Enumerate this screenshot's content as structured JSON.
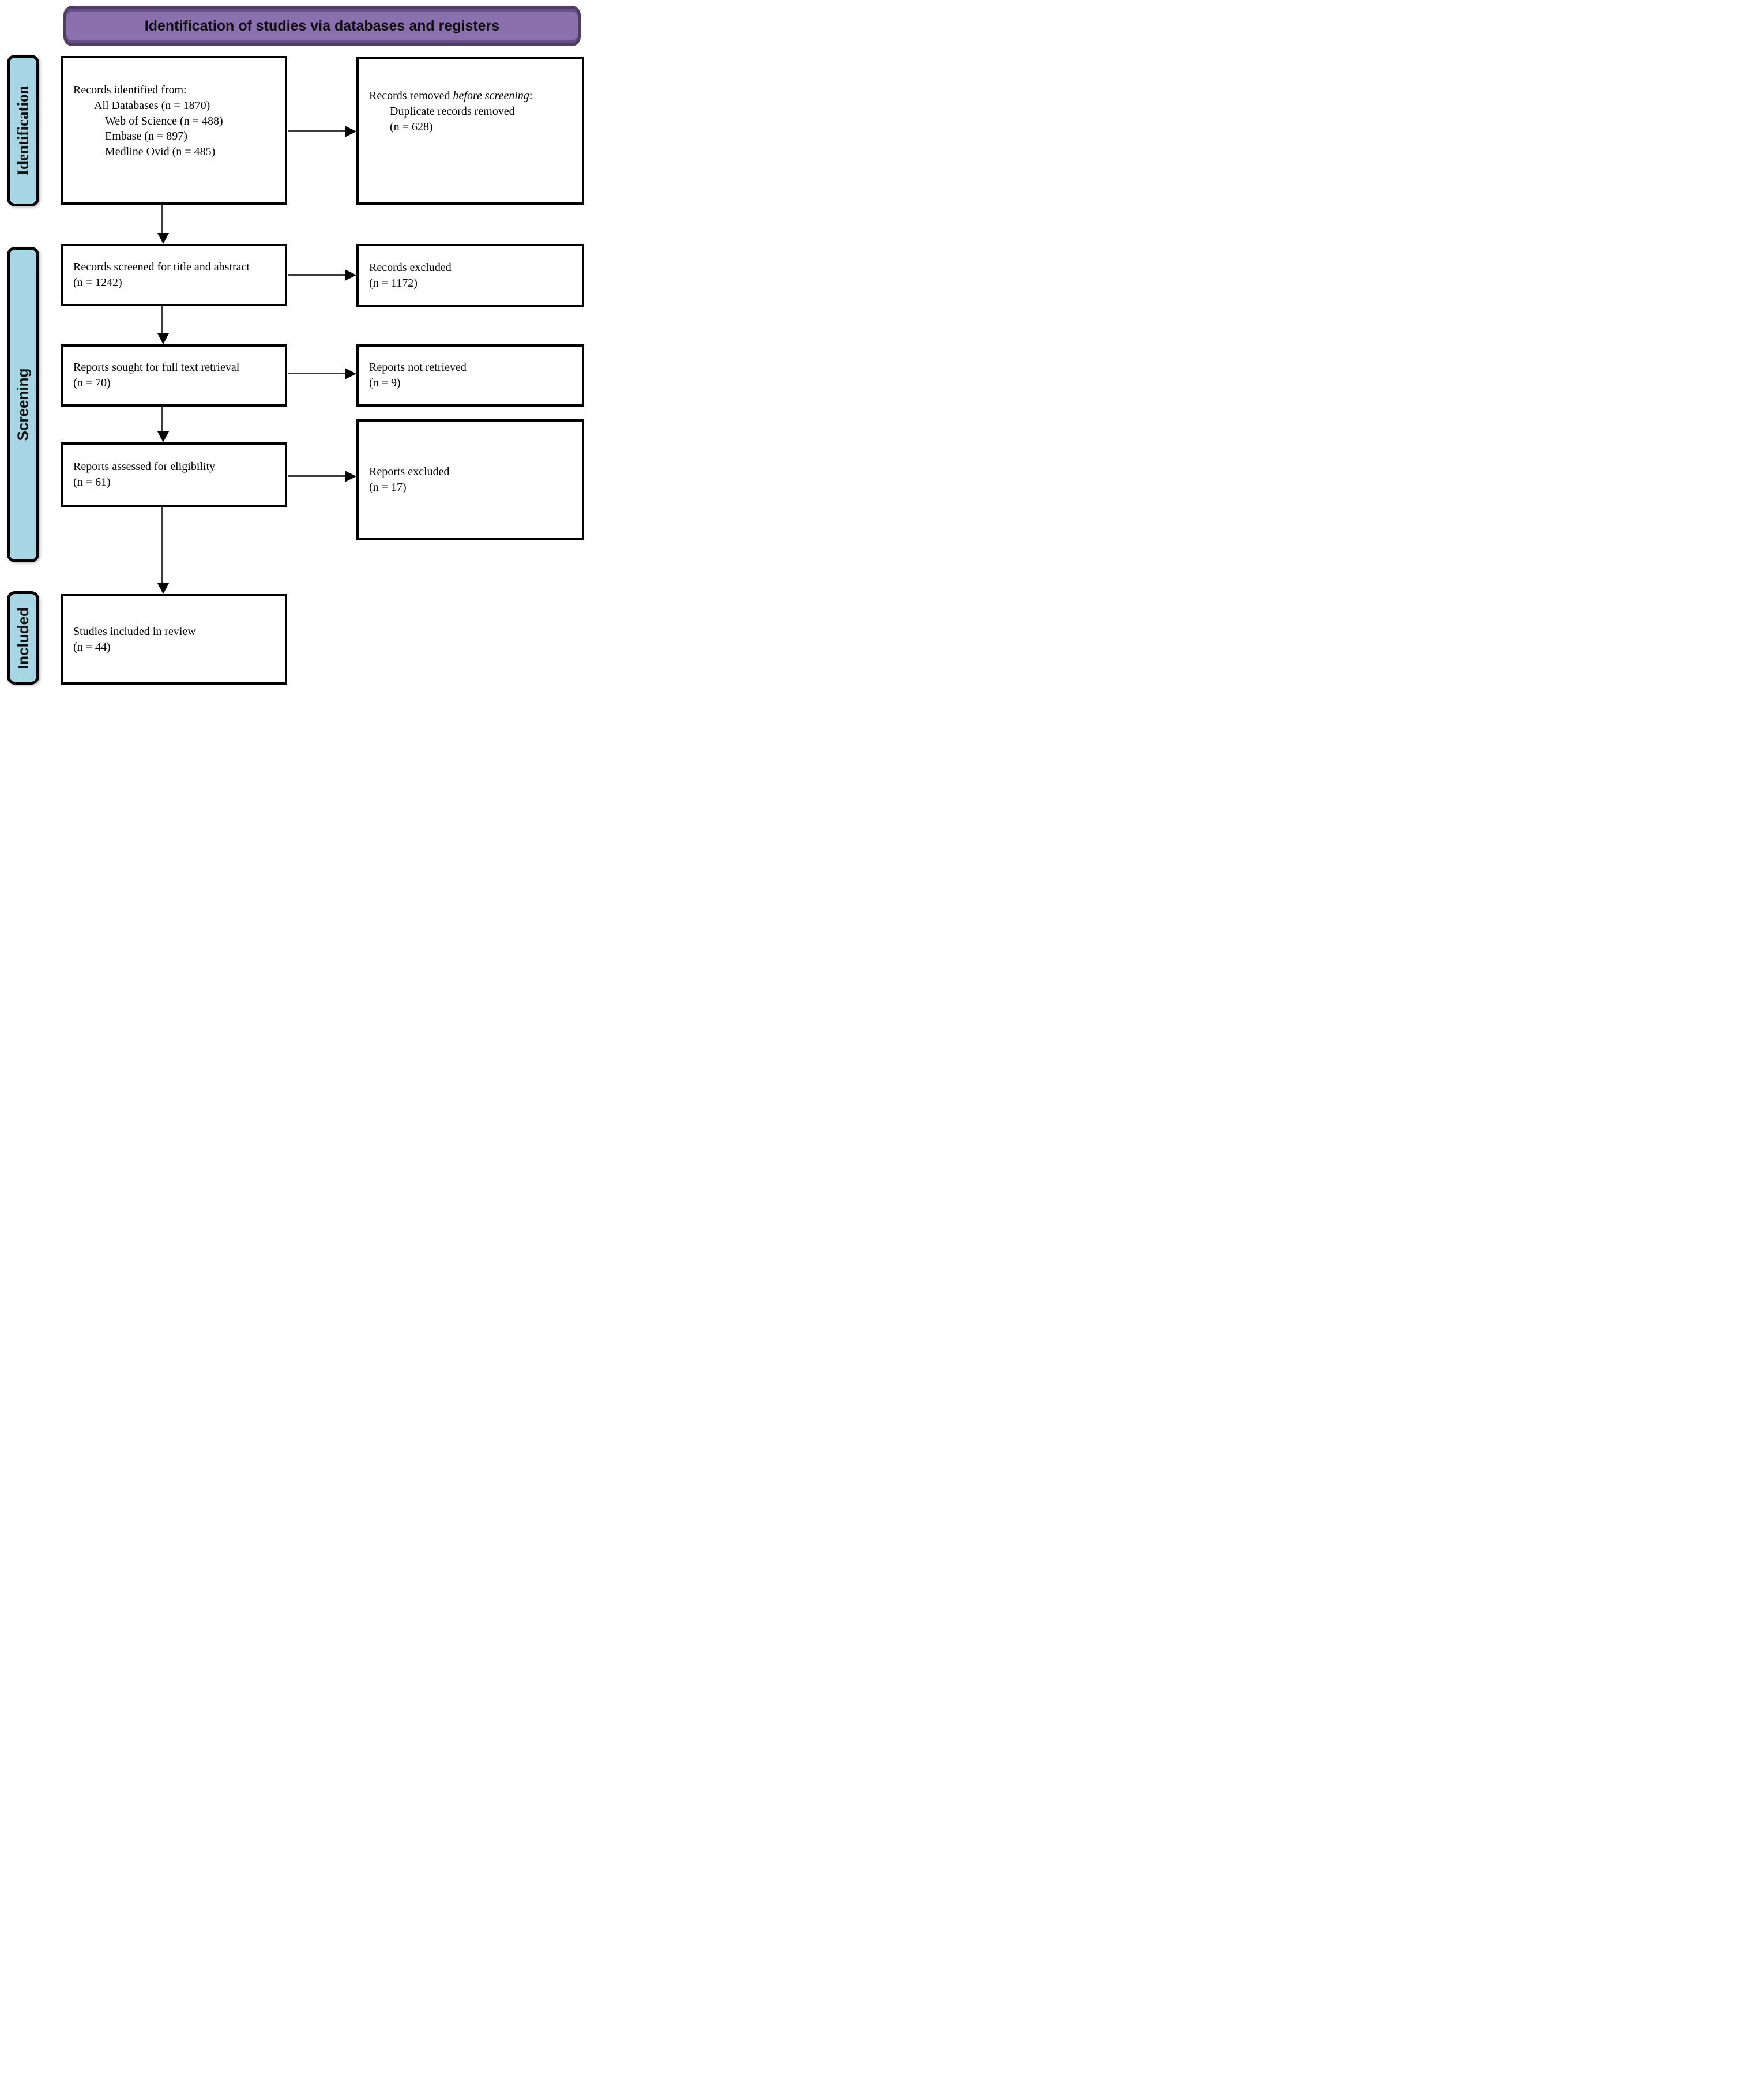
{
  "header": {
    "title": "Identification of studies via databases and registers"
  },
  "colors": {
    "banner_fill": "#8a70ad",
    "banner_border": "#4f3d66",
    "stage_fill": "#a6d6e4",
    "box_border": "#000000",
    "arrow_line": "#3c3c3c"
  },
  "stages": {
    "identification": "Identification",
    "screening": "Screening",
    "included": "Included"
  },
  "boxes": {
    "identified": {
      "title": "Records identified from:",
      "all_databases": "All Databases (n = 1870)",
      "web_of_science": "Web of Science (n = 488)",
      "embase": "Embase (n = 897)",
      "medline": "Medline Ovid (n = 485)"
    },
    "removed": {
      "prefix": "Records removed ",
      "emphasis": "before screening",
      "suffix": ":",
      "detail": "Duplicate records removed",
      "count": "(n = 628)"
    },
    "screened": {
      "line1": "Records screened for title and abstract",
      "count": "(n = 1242)"
    },
    "records_excluded": {
      "line1": "Records excluded",
      "count": "(n = 1172)"
    },
    "sought": {
      "line1": "Reports sought for full text retrieval",
      "count": "(n = 70)"
    },
    "not_retrieved": {
      "line1": "Reports not retrieved",
      "count": "(n = 9)"
    },
    "assessed": {
      "line1": "Reports assessed for eligibility",
      "count": "(n = 61)"
    },
    "reports_excluded": {
      "line1": "Reports excluded",
      "count": "(n = 17)"
    },
    "included_studies": {
      "line1": "Studies included in review",
      "count": "(n = 44)"
    }
  }
}
